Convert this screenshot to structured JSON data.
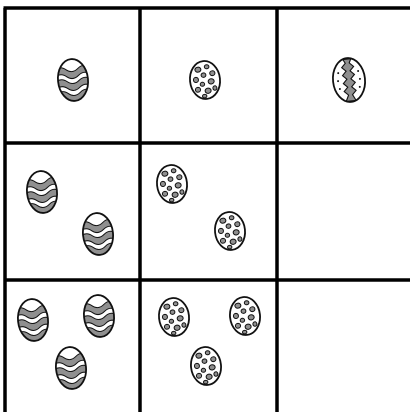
{
  "puzzle": {
    "rows": 3,
    "cols": 3,
    "cells": [
      {
        "row": 1,
        "col": 1,
        "egg_style": "wavy-stripes",
        "egg_count": 1
      },
      {
        "row": 1,
        "col": 2,
        "egg_style": "spotted",
        "egg_count": 1
      },
      {
        "row": 1,
        "col": 3,
        "egg_style": "zigzag-band",
        "egg_count": 1
      },
      {
        "row": 2,
        "col": 1,
        "egg_style": "wavy-stripes",
        "egg_count": 2
      },
      {
        "row": 2,
        "col": 2,
        "egg_style": "spotted",
        "egg_count": 2
      },
      {
        "row": 2,
        "col": 3,
        "egg_style": "empty",
        "egg_count": 0
      },
      {
        "row": 3,
        "col": 1,
        "egg_style": "wavy-stripes",
        "egg_count": 3
      },
      {
        "row": 3,
        "col": 2,
        "egg_style": "spotted",
        "egg_count": 3
      },
      {
        "row": 3,
        "col": 3,
        "egg_style": "empty",
        "egg_count": 0
      }
    ]
  },
  "colors": {
    "grid_line": "#000000",
    "egg_outline": "#111111",
    "egg_fill": "#ffffff",
    "stripe_fill": "#8f8f8f",
    "spot_fill": "#8f8f8f"
  }
}
